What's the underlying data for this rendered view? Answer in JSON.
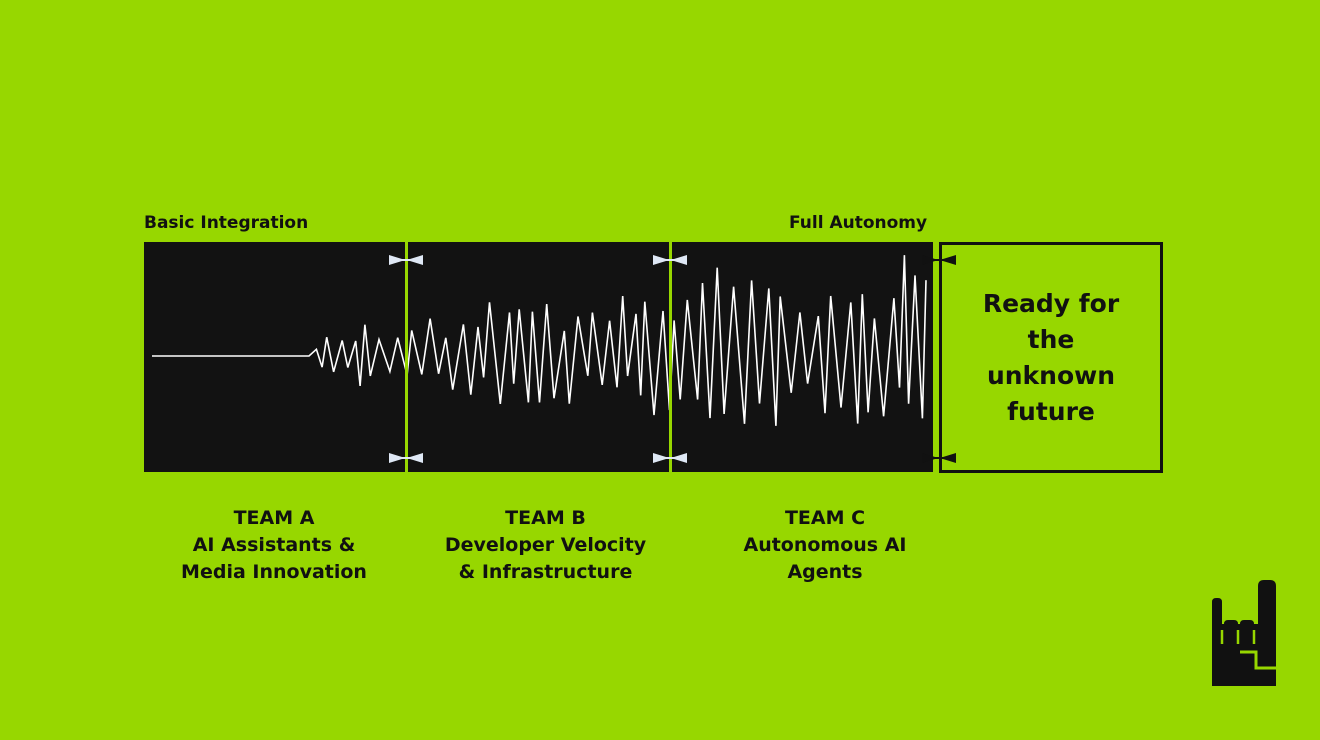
{
  "scale": {
    "start_label": "Basic Integration",
    "end_label": "Full Autonomy"
  },
  "future": {
    "lines": [
      "Ready for",
      "the",
      "unknown",
      "future"
    ]
  },
  "teams": [
    {
      "name": "TEAM A",
      "lines": [
        "AI Assistants &",
        "Media Innovation"
      ]
    },
    {
      "name": "TEAM B",
      "lines": [
        "Developer Velocity",
        "& Infrastructure"
      ]
    },
    {
      "name": "TEAM C",
      "lines": [
        "Autonomous AI",
        "Agents"
      ]
    }
  ],
  "colors": {
    "background": "#97d700",
    "panel": "#121212",
    "wave": "#ffffff",
    "divider": "#97d700",
    "text": "#111111"
  },
  "icons": {
    "logo": "rock-hand-icon",
    "connector": "bowtie-clip-icon"
  }
}
